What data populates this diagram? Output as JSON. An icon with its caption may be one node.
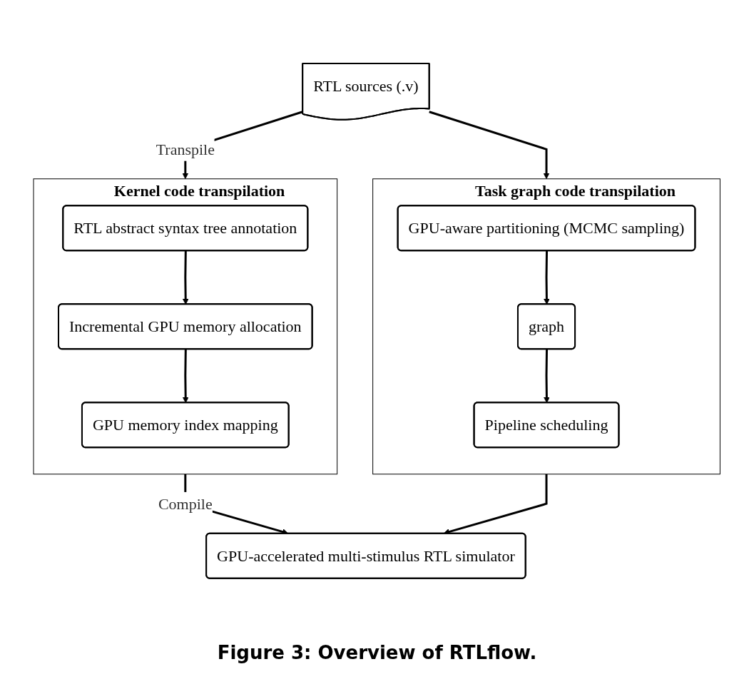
{
  "diagram": {
    "caption": "Figure 3: Overview of RTLflow.",
    "nodes": [
      {
        "text": [
          "RTL sources (.v)"
        ]
      },
      {
        "text": [
          "Kernel code transpilation"
        ]
      },
      {
        "text": [
          "RTL abstract syntax tree annotation"
        ],
        "in": 1
      },
      {
        "text": [
          "Incremental GPU memory allocation"
        ],
        "in": 1
      },
      {
        "text": [
          "GPU memory index mapping"
        ],
        "in": 1
      },
      {
        "text": [
          "Task graph code transpilation"
        ]
      },
      {
        "text": [
          "GPU-aware partitioning (MCMC sampling)"
        ],
        "in": 5
      },
      {
        "text": [
          "graph"
        ],
        "in": 5
      },
      {
        "text": [
          "Pipeline scheduling"
        ],
        "in": 5
      },
      {
        "text": [
          "GPU-accelerated multi-stimulus RTL simulator"
        ]
      }
    ],
    "edges": [
      {
        "from": 0,
        "to": 1,
        "arrow": "to",
        "label": "Transpile"
      },
      {
        "from": 0,
        "to": 5,
        "arrow": "to"
      },
      {
        "from": 2,
        "to": 3,
        "arrow": "to"
      },
      {
        "from": 3,
        "to": 4,
        "arrow": "to"
      },
      {
        "from": 6,
        "to": 7,
        "arrow": "to"
      },
      {
        "from": 7,
        "to": 8,
        "arrow": "to"
      },
      {
        "from": 1,
        "to": 9,
        "arrow": "to",
        "label": "Compile"
      },
      {
        "from": 5,
        "to": 9,
        "arrow": "to"
      }
    ]
  }
}
